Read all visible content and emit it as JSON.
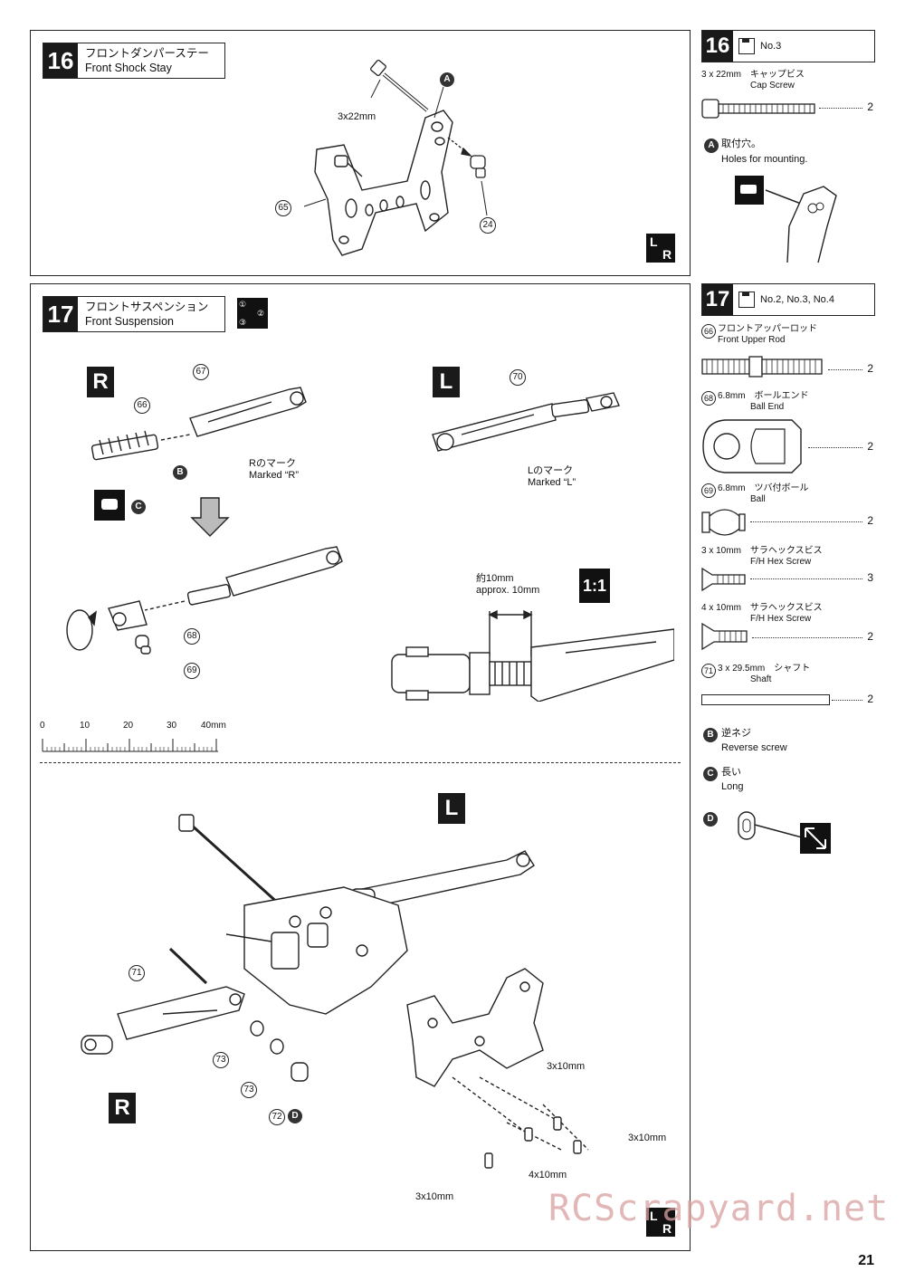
{
  "step16": {
    "num": "16",
    "title_jp": "フロントダンパーステー",
    "title_en": "Front Shock Stay",
    "screw_label": "3x22mm",
    "part_65": "65",
    "part_24": "24",
    "letter_a": "A",
    "lr_l": "L",
    "lr_r": "R"
  },
  "step17": {
    "num": "17",
    "title_jp": "フロントサスペンション",
    "title_en": "Front Suspension",
    "order_icon": [
      "①",
      "②",
      "③"
    ],
    "r_tag": "R",
    "l_tag": "L",
    "part_66": "66",
    "part_67": "67",
    "part_68": "68",
    "part_69": "69",
    "part_70": "70",
    "part_71": "71",
    "part_72": "72",
    "part_73a": "73",
    "part_73b": "73",
    "letter_b": "B",
    "letter_c": "C",
    "letter_d": "D",
    "r_mark_jp": "Rのマーク",
    "r_mark_en": "Marked “R”",
    "l_mark_jp": "Lのマーク",
    "l_mark_en": "Marked “L”",
    "approx_jp": "約10mm",
    "approx_en": "approx. 10mm",
    "scale_tag": "1:1",
    "ruler_labels": [
      "0",
      "10",
      "20",
      "30",
      "40mm"
    ],
    "screw_3x10_a": "3x10mm",
    "screw_3x10_b": "3x10mm",
    "screw_3x10_c": "3x10mm",
    "screw_4x10": "4x10mm",
    "lr_l": "L",
    "lr_r": "R"
  },
  "side16": {
    "num": "16",
    "bag": "No.3",
    "part1_jp": "3 x 22mm　キャップビス",
    "part1_en": "Cap Screw",
    "part1_qty": "2",
    "note_a_letter": "A",
    "note_a_jp": "取付穴。",
    "note_a_en": "Holes for mounting."
  },
  "side17": {
    "num": "17",
    "bag": "No.2, No.3, No.4",
    "parts": [
      {
        "jp": "フロントアッパーロッド",
        "en": "Front Upper Rod",
        "num": "66",
        "qty": "2"
      },
      {
        "jp": "6.8mm　ボールエンド",
        "en": "Ball End",
        "num": "68",
        "qty": "2"
      },
      {
        "jp": "6.8mm　ツバ付ボール",
        "en": "Ball",
        "num": "69",
        "qty": "2"
      },
      {
        "jp": "3 x 10mm　サラヘックスビス",
        "en": "F/H Hex Screw",
        "num": "",
        "qty": "3"
      },
      {
        "jp": "4 x 10mm　サラヘックスビス",
        "en": "F/H Hex Screw",
        "num": "",
        "qty": "2"
      },
      {
        "jp": "3 x 29.5mm　シャフト",
        "en": "Shaft",
        "num": "71",
        "qty": "2"
      }
    ],
    "note_b_letter": "B",
    "note_b_jp": "逆ネジ",
    "note_b_en": "Reverse screw",
    "note_c_letter": "C",
    "note_c_jp": "長い",
    "note_c_en": "Long",
    "note_d_letter": "D"
  },
  "page_number": "21",
  "watermark": "RCScrapyard.net"
}
